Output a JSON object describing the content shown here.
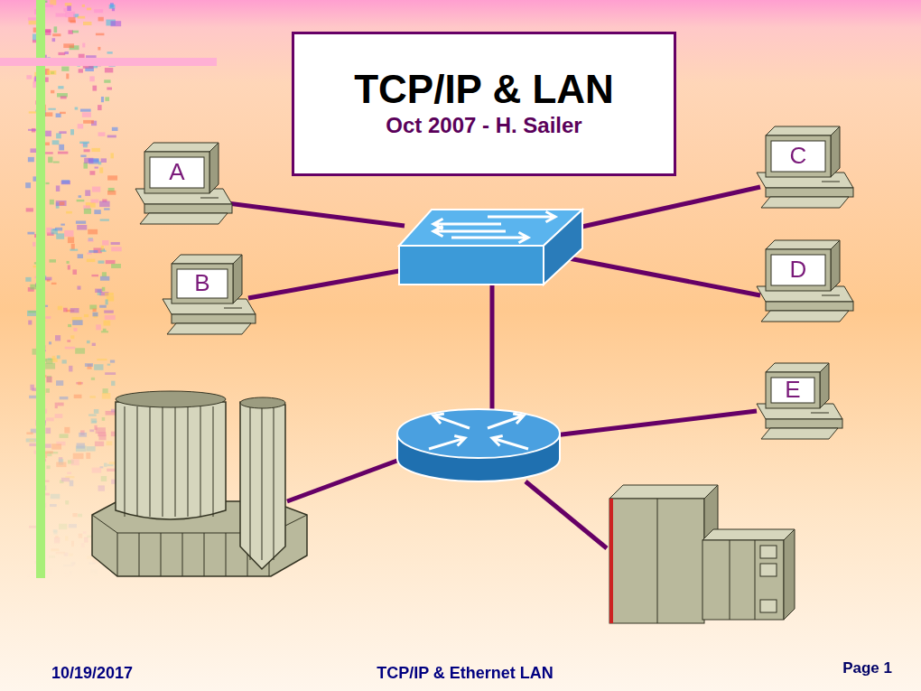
{
  "diagram": {
    "nodes": [
      {
        "text": [
          "TCP/IP & LAN",
          "Oct 2007 - H. Sailer"
        ]
      },
      {
        "text": [
          "A"
        ]
      },
      {
        "text": [
          "C"
        ]
      },
      {
        "text": [
          "B"
        ]
      },
      {
        "text": [
          "D"
        ]
      },
      {
        "text": [
          "E"
        ]
      }
    ],
    "labels": [
      "10/19/2017",
      "TCP/IP & Ethernet LAN",
      "Page 1"
    ]
  }
}
